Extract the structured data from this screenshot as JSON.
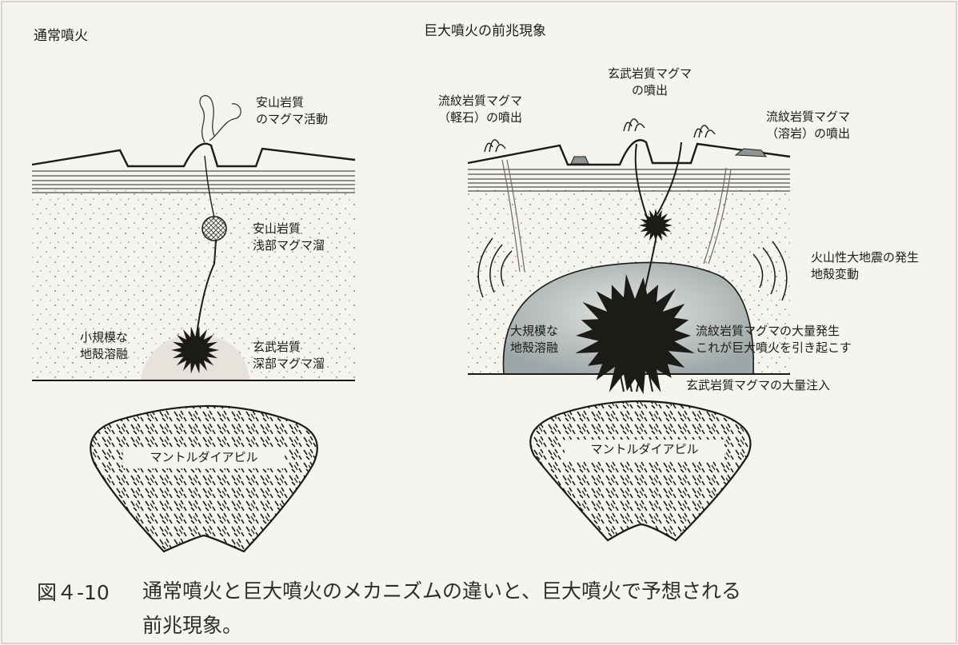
{
  "titles": {
    "normal": "通常噴火",
    "super": "巨大噴火の前兆現象"
  },
  "normal_labels": {
    "andesite_activity": "安山岩質\nのマグマ活動",
    "shallow_chamber": "安山岩質\n浅部マグマ溜",
    "small_crustal_melting": "小規模な\n地殻溶融",
    "deep_chamber": "玄武岩質\n深部マグマ溜",
    "mantle_diapir": "マントルダイアピル"
  },
  "super_labels": {
    "rhyolite_pumice": "流紋岩質マグマ\n（軽石）の噴出",
    "basalt_eruption": "玄武岩質マグマ\nの噴出",
    "rhyolite_lava": "流紋岩質マグマ\n（溶岩）の噴出",
    "volcanic_earthquake": "火山性大地震の発生\n地殻変動",
    "large_crustal_melting": "大規模な\n地殻溶融",
    "rhyolite_mass": "流紋岩質マグマの大量発生\nこれが巨大噴火を引き起こす",
    "basalt_injection": "玄武岩質マグマの大量注入",
    "mantle_diapir": "マントルダイアピル"
  },
  "caption": {
    "number": "図４-10",
    "text": "通常噴火と巨大噴火のメカニズムの違いと、巨大噴火で予想される\n前兆現象。"
  },
  "colors": {
    "ink": "#1d1b18",
    "paper": "#f6f4ee",
    "melt_light": "#e6e3dc",
    "melt_dark": "#a9b0b0"
  }
}
